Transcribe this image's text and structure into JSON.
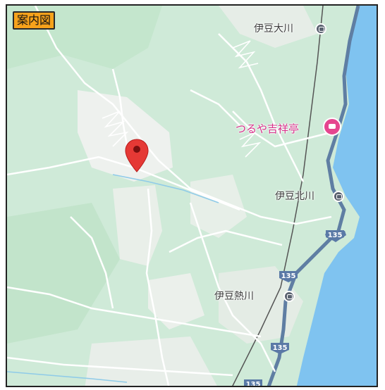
{
  "map": {
    "guide_label": "案内図",
    "stations": [
      {
        "name": "伊豆大川"
      },
      {
        "name": "伊豆北川"
      },
      {
        "name": "伊豆熱川"
      }
    ],
    "hotel": {
      "name": "つるや吉祥亭"
    },
    "route_shields": [
      "135",
      "135",
      "135",
      "135"
    ],
    "colors": {
      "sea": "#7fc3f0",
      "forest": "#bfe3c9",
      "land": "#f1f3f4",
      "road": "#ffffff",
      "highway": "#5f7ea3",
      "hotel": "#d92f8a",
      "pin": "#e53935"
    },
    "icons": [
      "station-icon",
      "hotel-icon",
      "location-pin-icon",
      "route-shield-icon"
    ]
  }
}
